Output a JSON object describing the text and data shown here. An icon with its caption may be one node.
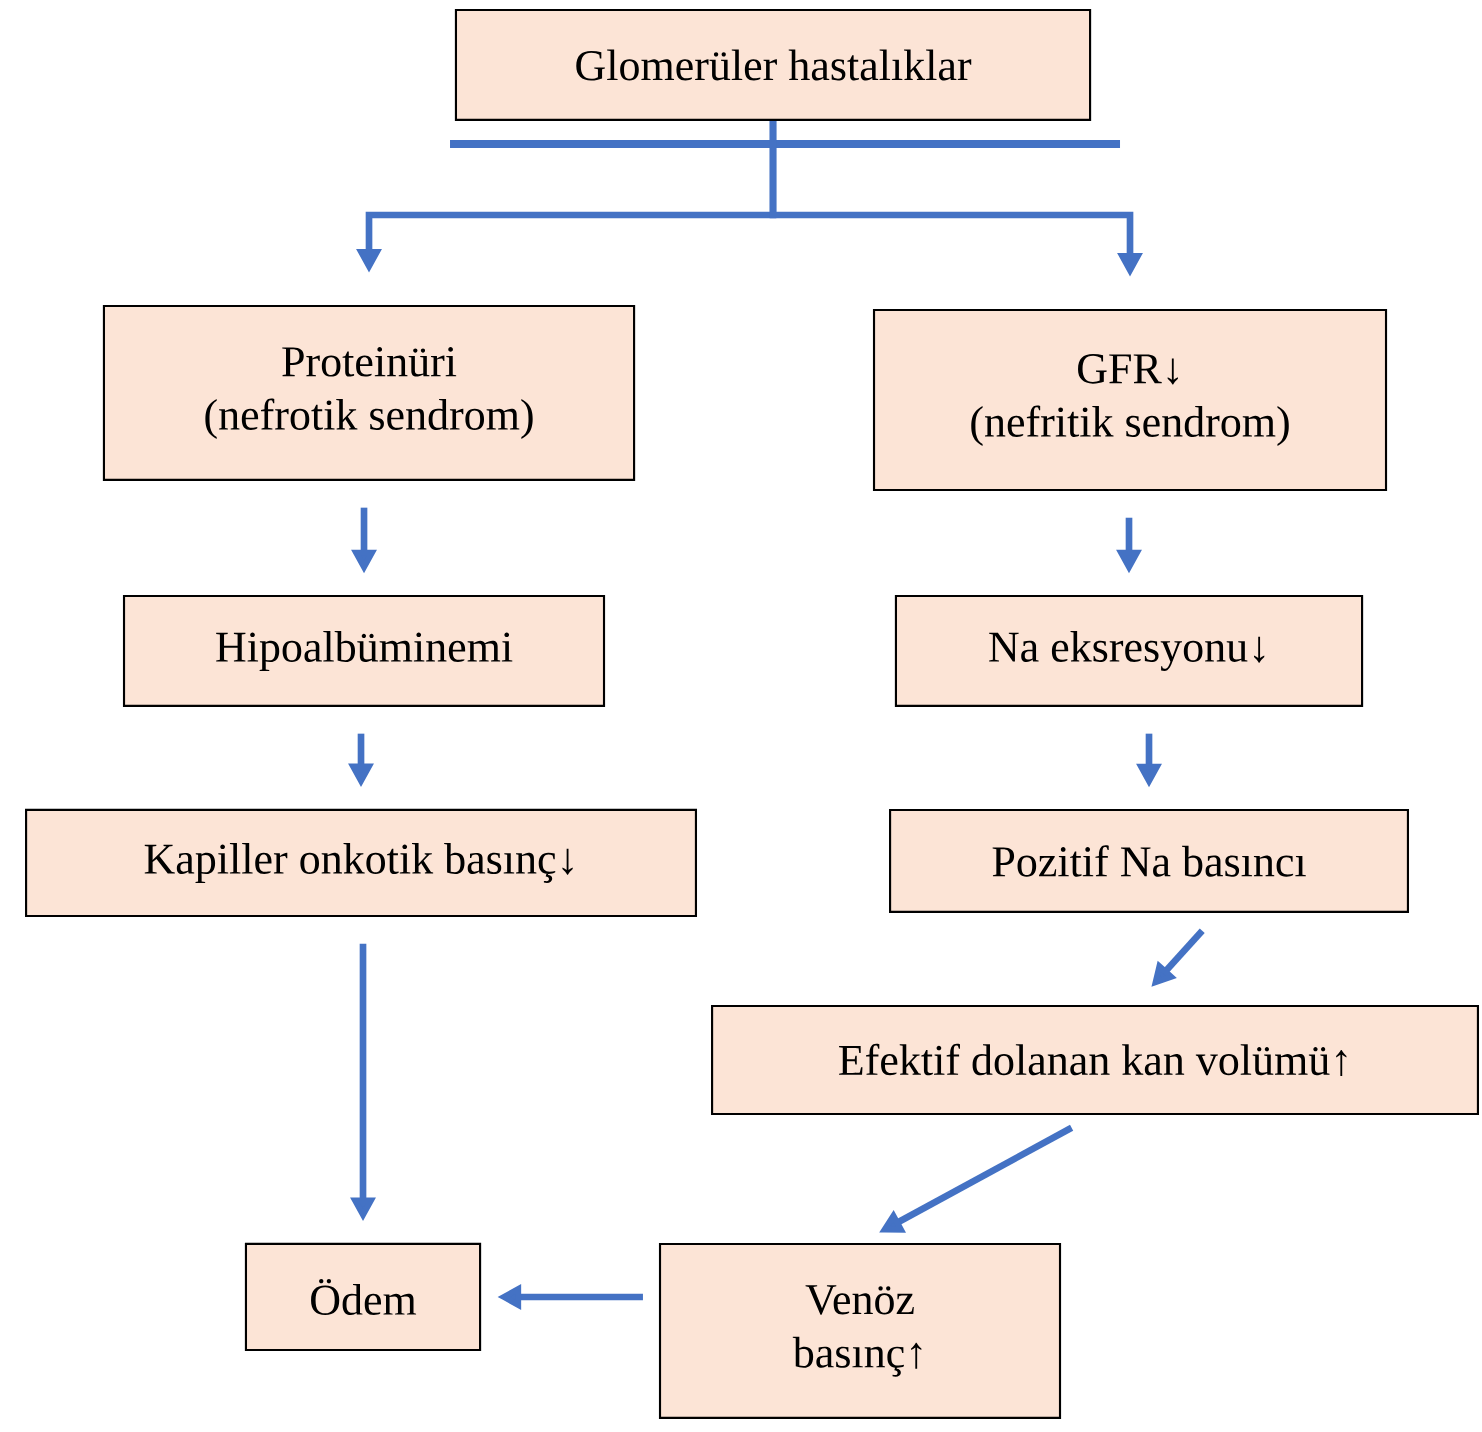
{
  "diagram": {
    "nodes": [
      {
        "text": [
          "Glomerüler hastalıklar"
        ]
      },
      {
        "text": [
          "Proteinüri",
          "(nefrotik sendrom)"
        ]
      },
      {
        "text": [
          "GFR↓",
          "(nefritik sendrom)"
        ]
      },
      {
        "text": [
          "Hipoalbüminemi"
        ]
      },
      {
        "text": [
          "Na eksresyonu↓"
        ]
      },
      {
        "text": [
          "Kapiller onkotik basınç↓"
        ]
      },
      {
        "text": [
          "Pozitif  Na basıncı"
        ]
      },
      {
        "text": [
          "Efektif dolanan kan volümü↑"
        ]
      },
      {
        "text": [
          "Ödem"
        ]
      },
      {
        "text": [
          "Venöz basınç↑"
        ]
      }
    ],
    "edges": [
      {
        "from": 0,
        "to": 1,
        "arrow": "to"
      },
      {
        "from": 0,
        "to": 2,
        "arrow": "to"
      },
      {
        "from": 1,
        "to": 3,
        "arrow": "to"
      },
      {
        "from": 3,
        "to": 5,
        "arrow": "to"
      },
      {
        "from": 5,
        "to": 8,
        "arrow": "to"
      },
      {
        "from": 2,
        "to": 4,
        "arrow": "to"
      },
      {
        "from": 4,
        "to": 6,
        "arrow": "to"
      },
      {
        "from": 6,
        "to": 7,
        "arrow": "to"
      },
      {
        "from": 7,
        "to": 9,
        "arrow": "to"
      },
      {
        "from": 9,
        "to": 8,
        "arrow": "to"
      }
    ]
  }
}
